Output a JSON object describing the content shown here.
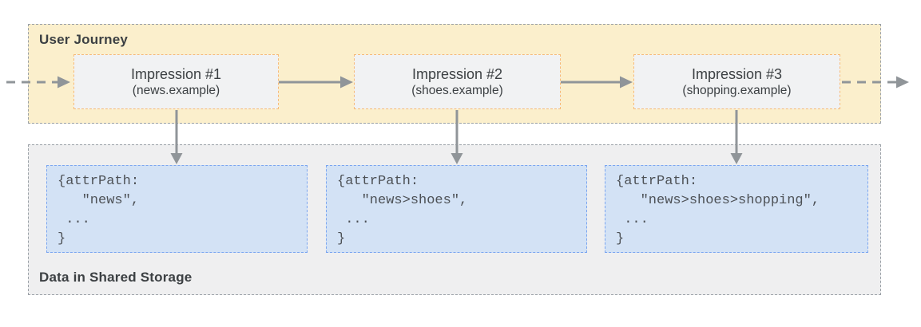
{
  "user_journey": {
    "label": "User Journey",
    "impressions": [
      {
        "title": "Impression #1",
        "site": "(news.example)"
      },
      {
        "title": "Impression #2",
        "site": "(shoes.example)"
      },
      {
        "title": "Impression #3",
        "site": "(shopping.example)"
      }
    ]
  },
  "shared_storage": {
    "label": "Data in Shared Storage",
    "entries": [
      {
        "code": "{attrPath:\n   \"news\",\n ...\n}"
      },
      {
        "code": "{attrPath:\n   \"news>shoes\",\n ...\n}"
      },
      {
        "code": "{attrPath:\n   \"news>shoes>shopping\",\n ...\n}"
      }
    ]
  },
  "glyphs": {
    "arrows": [
      {
        "name": "entry-dashed-arrow",
        "direction": "right",
        "style": "dashed"
      },
      {
        "name": "flow-arrow-1-to-2",
        "direction": "right",
        "style": "solid"
      },
      {
        "name": "flow-arrow-2-to-3",
        "direction": "right",
        "style": "solid"
      },
      {
        "name": "exit-dashed-arrow",
        "direction": "right",
        "style": "dashed"
      },
      {
        "name": "store-arrow-1",
        "direction": "down",
        "style": "solid"
      },
      {
        "name": "store-arrow-2",
        "direction": "down",
        "style": "solid"
      },
      {
        "name": "store-arrow-3",
        "direction": "down",
        "style": "solid"
      }
    ]
  },
  "colors": {
    "journey_bg": "#FBEFCC",
    "journey_border": "#9AA0A6",
    "impression_bg": "#F1F2F3",
    "impression_border": "#F7BA77",
    "storage_bg": "#EFEFF0",
    "storage_border": "#9AA0A6",
    "entry_bg": "#D3E2F5",
    "entry_border": "#7AA5F0",
    "arrow": "#909599",
    "heading_text": "#3C4043",
    "code_text": "#4D5156"
  }
}
